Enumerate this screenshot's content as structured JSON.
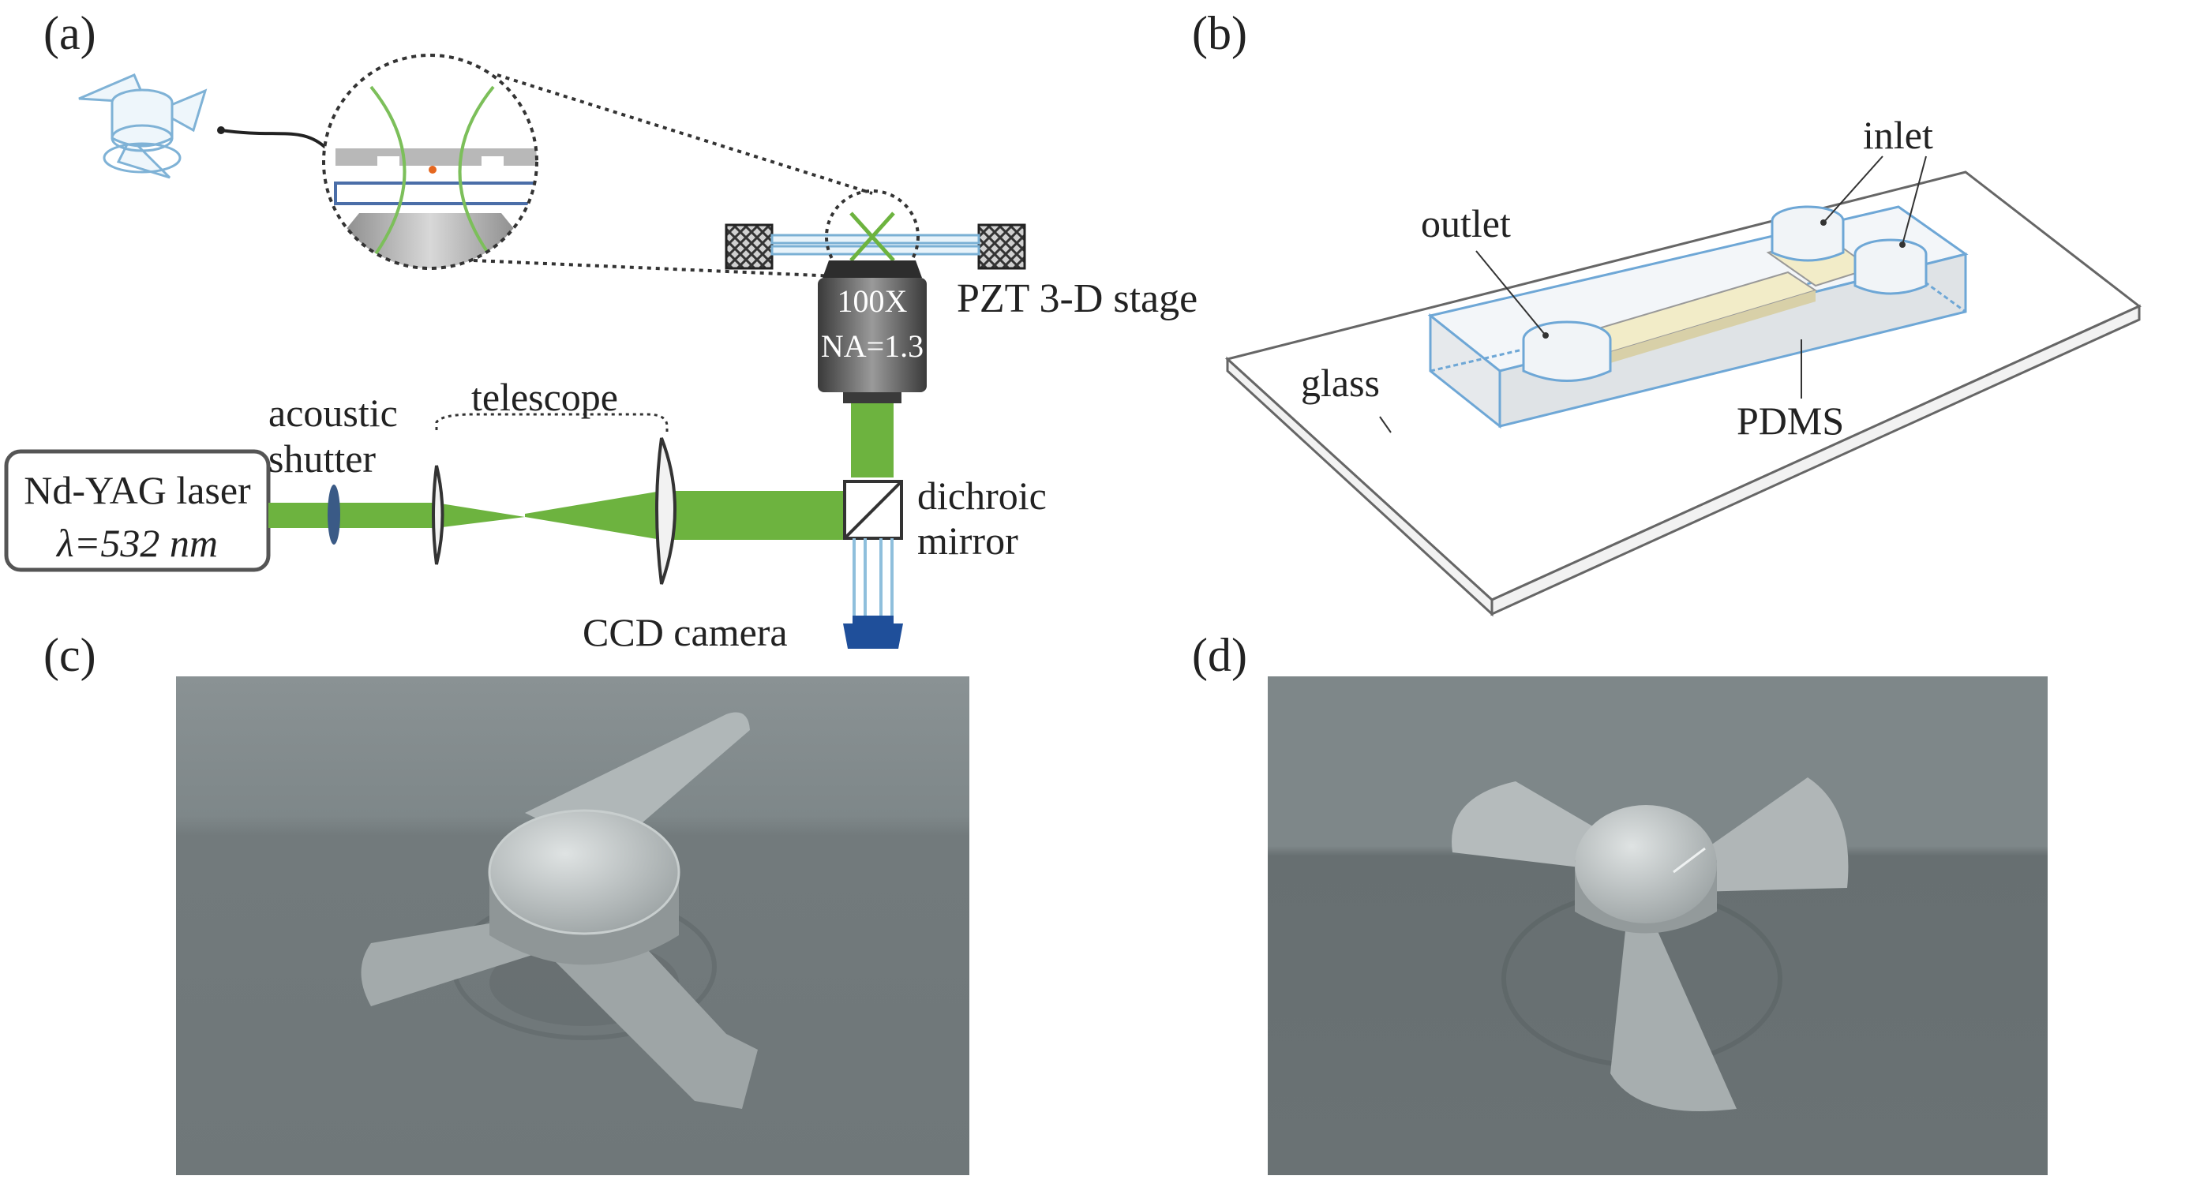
{
  "panels": {
    "a": "(a)",
    "b": "(b)",
    "c": "(c)",
    "d": "(d)"
  },
  "setup": {
    "laser_line1": "Nd-YAG laser",
    "laser_line2": "λ=532 nm",
    "shutter_line1": "acoustic",
    "shutter_line2": "shutter",
    "telescope": "telescope",
    "dichroic_line1": "dichroic",
    "dichroic_line2": "mirror",
    "ccd": "CCD camera",
    "objective_line1": "100X",
    "objective_line2": "NA=1.3",
    "stage": "PZT 3-D stage"
  },
  "chip": {
    "inlet": "inlet",
    "outlet": "outlet",
    "glass": "glass",
    "pdms": "PDMS"
  },
  "colors": {
    "laser_green": "#6db33f",
    "beam_blue": "#9cc8e0",
    "camera_blue": "#1f4f9a",
    "sem_background": "#7d8587"
  }
}
